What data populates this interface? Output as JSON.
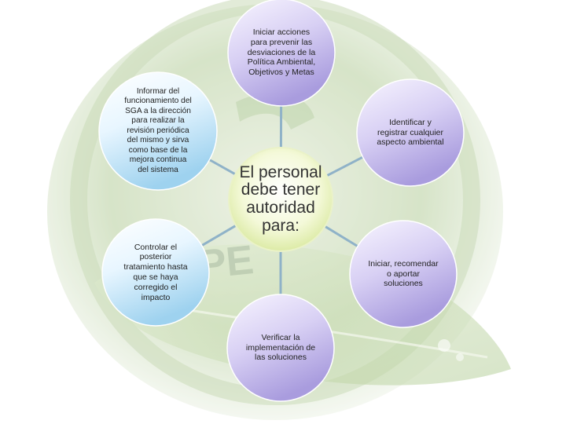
{
  "center": {
    "label": "El personal\ndebe tener\nautoridad\npara:"
  },
  "nodes": [
    {
      "id": "top",
      "label": "Iniciar acciones\npara prevenir las\ndesviaciones de la\nPolítica Ambiental,\nObjetivos y Metas"
    },
    {
      "id": "right-top",
      "label": "Identificar y\nregistrar cualquier\naspecto ambiental"
    },
    {
      "id": "right-bottom",
      "label": "Iniciar, recomendar\no aportar\nsoluciones"
    },
    {
      "id": "bottom",
      "label": "Verificar la\nimplementación de\nlas soluciones"
    },
    {
      "id": "left-bottom",
      "label": "Controlar el\nposterior\ntratamiento hasta\nque se haya\ncorregido el\nimpacto"
    },
    {
      "id": "left-top",
      "label": "Informar del\nfuncionamiento del\nSGA a la dirección\npara realizar la\nrevisión periódica\ndel mismo y sirva\ncomo base de la\nmejora continua\ndel sistema"
    }
  ],
  "colors": {
    "connector": "#8fb2c8",
    "center_fill": "#eef7c8",
    "bubble_light": "#f4f0ff",
    "bubble_dark": "#a99cde",
    "bubble_left_light": "#f4fbff",
    "bubble_left_dark": "#9ed2ef",
    "background_green": "#a9c98a"
  }
}
